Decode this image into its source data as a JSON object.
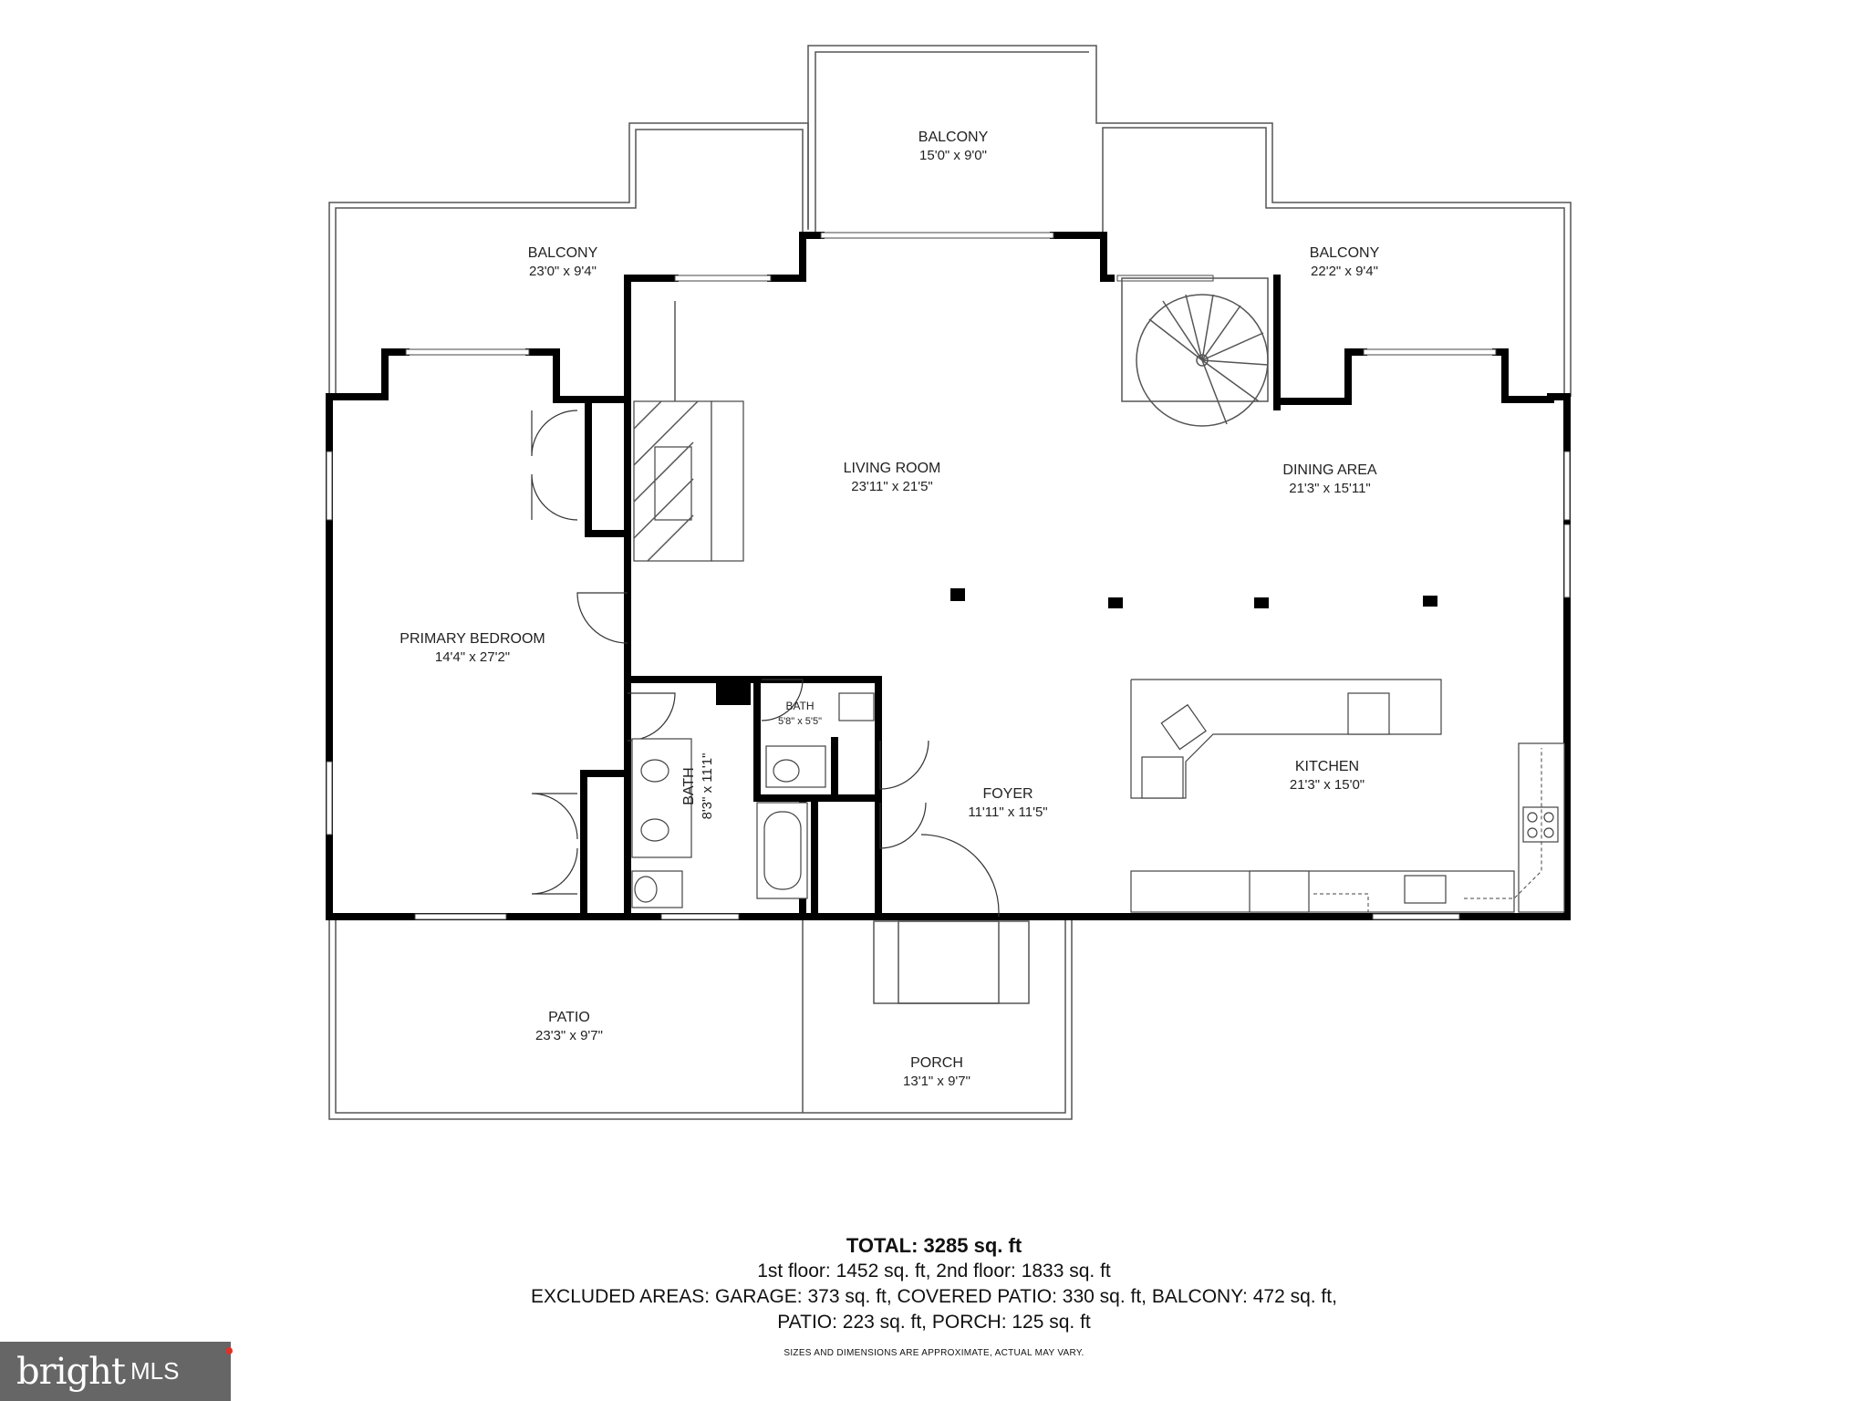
{
  "rooms": {
    "balcony_top": {
      "name": "BALCONY",
      "dim": "15'0\" x 9'0\""
    },
    "balcony_left": {
      "name": "BALCONY",
      "dim": "23'0\" x 9'4\""
    },
    "balcony_right": {
      "name": "BALCONY",
      "dim": "22'2\" x 9'4\""
    },
    "living": {
      "name": "LIVING ROOM",
      "dim": "23'11\" x 21'5\""
    },
    "dining": {
      "name": "DINING AREA",
      "dim": "21'3\" x 15'11\""
    },
    "primary": {
      "name": "PRIMARY BEDROOM",
      "dim": "14'4\" x 27'2\""
    },
    "bath_small": {
      "name": "BATH",
      "dim": "5'8\" x 5'5\""
    },
    "bath_main": {
      "name": "BATH",
      "dim": "8'3\" x 11'1\""
    },
    "foyer": {
      "name": "FOYER",
      "dim": "11'11\" x 11'5\""
    },
    "kitchen": {
      "name": "KITCHEN",
      "dim": "21'3\" x 15'0\""
    },
    "patio": {
      "name": "PATIO",
      "dim": "23'3\" x 9'7\""
    },
    "porch": {
      "name": "PORCH",
      "dim": "13'1\" x 9'7\""
    }
  },
  "summary": {
    "total": "TOTAL: 3285 sq. ft",
    "line1": "1st floor: 1452 sq. ft, 2nd floor: 1833 sq. ft",
    "line2": "EXCLUDED AREAS: GARAGE: 373 sq. ft, COVERED PATIO: 330 sq. ft, BALCONY: 472 sq. ft,",
    "line3": "PATIO: 223 sq. ft, PORCH: 125 sq. ft",
    "disclaimer": "SIZES AND DIMENSIONS ARE APPROXIMATE, ACTUAL MAY VARY."
  },
  "logo": {
    "brand": "bright",
    "suffix": "MLS"
  }
}
